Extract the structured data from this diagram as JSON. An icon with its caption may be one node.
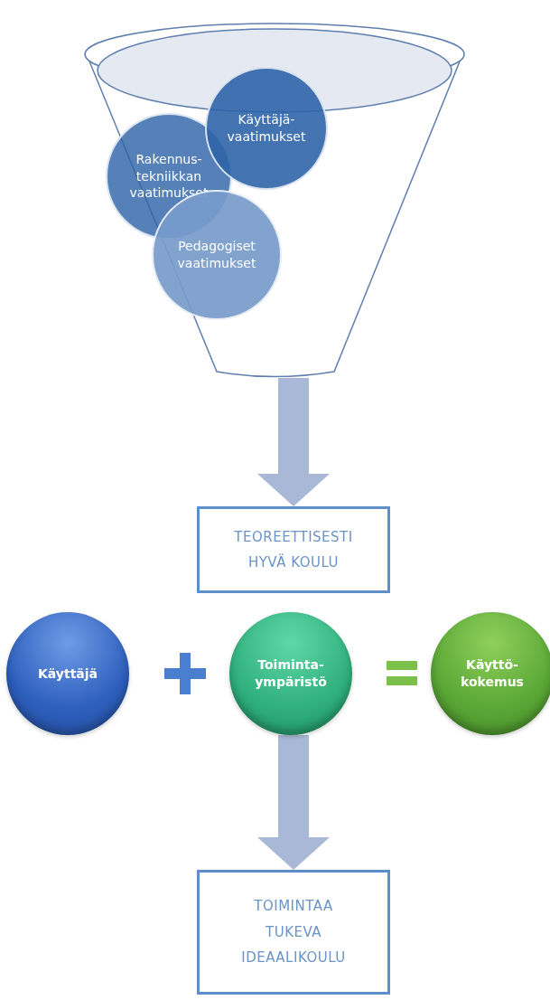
{
  "diagram": {
    "nodes": [
      {
        "text": [],
        "shape": "funnel"
      },
      {
        "text": [
          "Rakennus- tekniikkan vaatimukset"
        ],
        "in": 0
      },
      {
        "text": [
          "Käyttäjä- vaatimukset"
        ],
        "in": 0
      },
      {
        "text": [
          "Pedagogiset vaatimukset"
        ],
        "in": 0
      },
      {
        "text": [
          "TEOREETTISESTI HYVÄ KOULU"
        ]
      },
      {
        "text": [
          "Käyttäjä"
        ]
      },
      {
        "text": [
          "Toiminta- ympäristö"
        ]
      },
      {
        "text": [
          "Käyttö- kokemus"
        ]
      },
      {
        "text": [
          "TOIMINTAA TUKEVA IDEAALIKOULU"
        ]
      }
    ],
    "edges": [
      {
        "from": 0,
        "to": 4,
        "arrow": "to"
      },
      {
        "from": 6,
        "to": 8,
        "arrow": "to"
      }
    ]
  }
}
